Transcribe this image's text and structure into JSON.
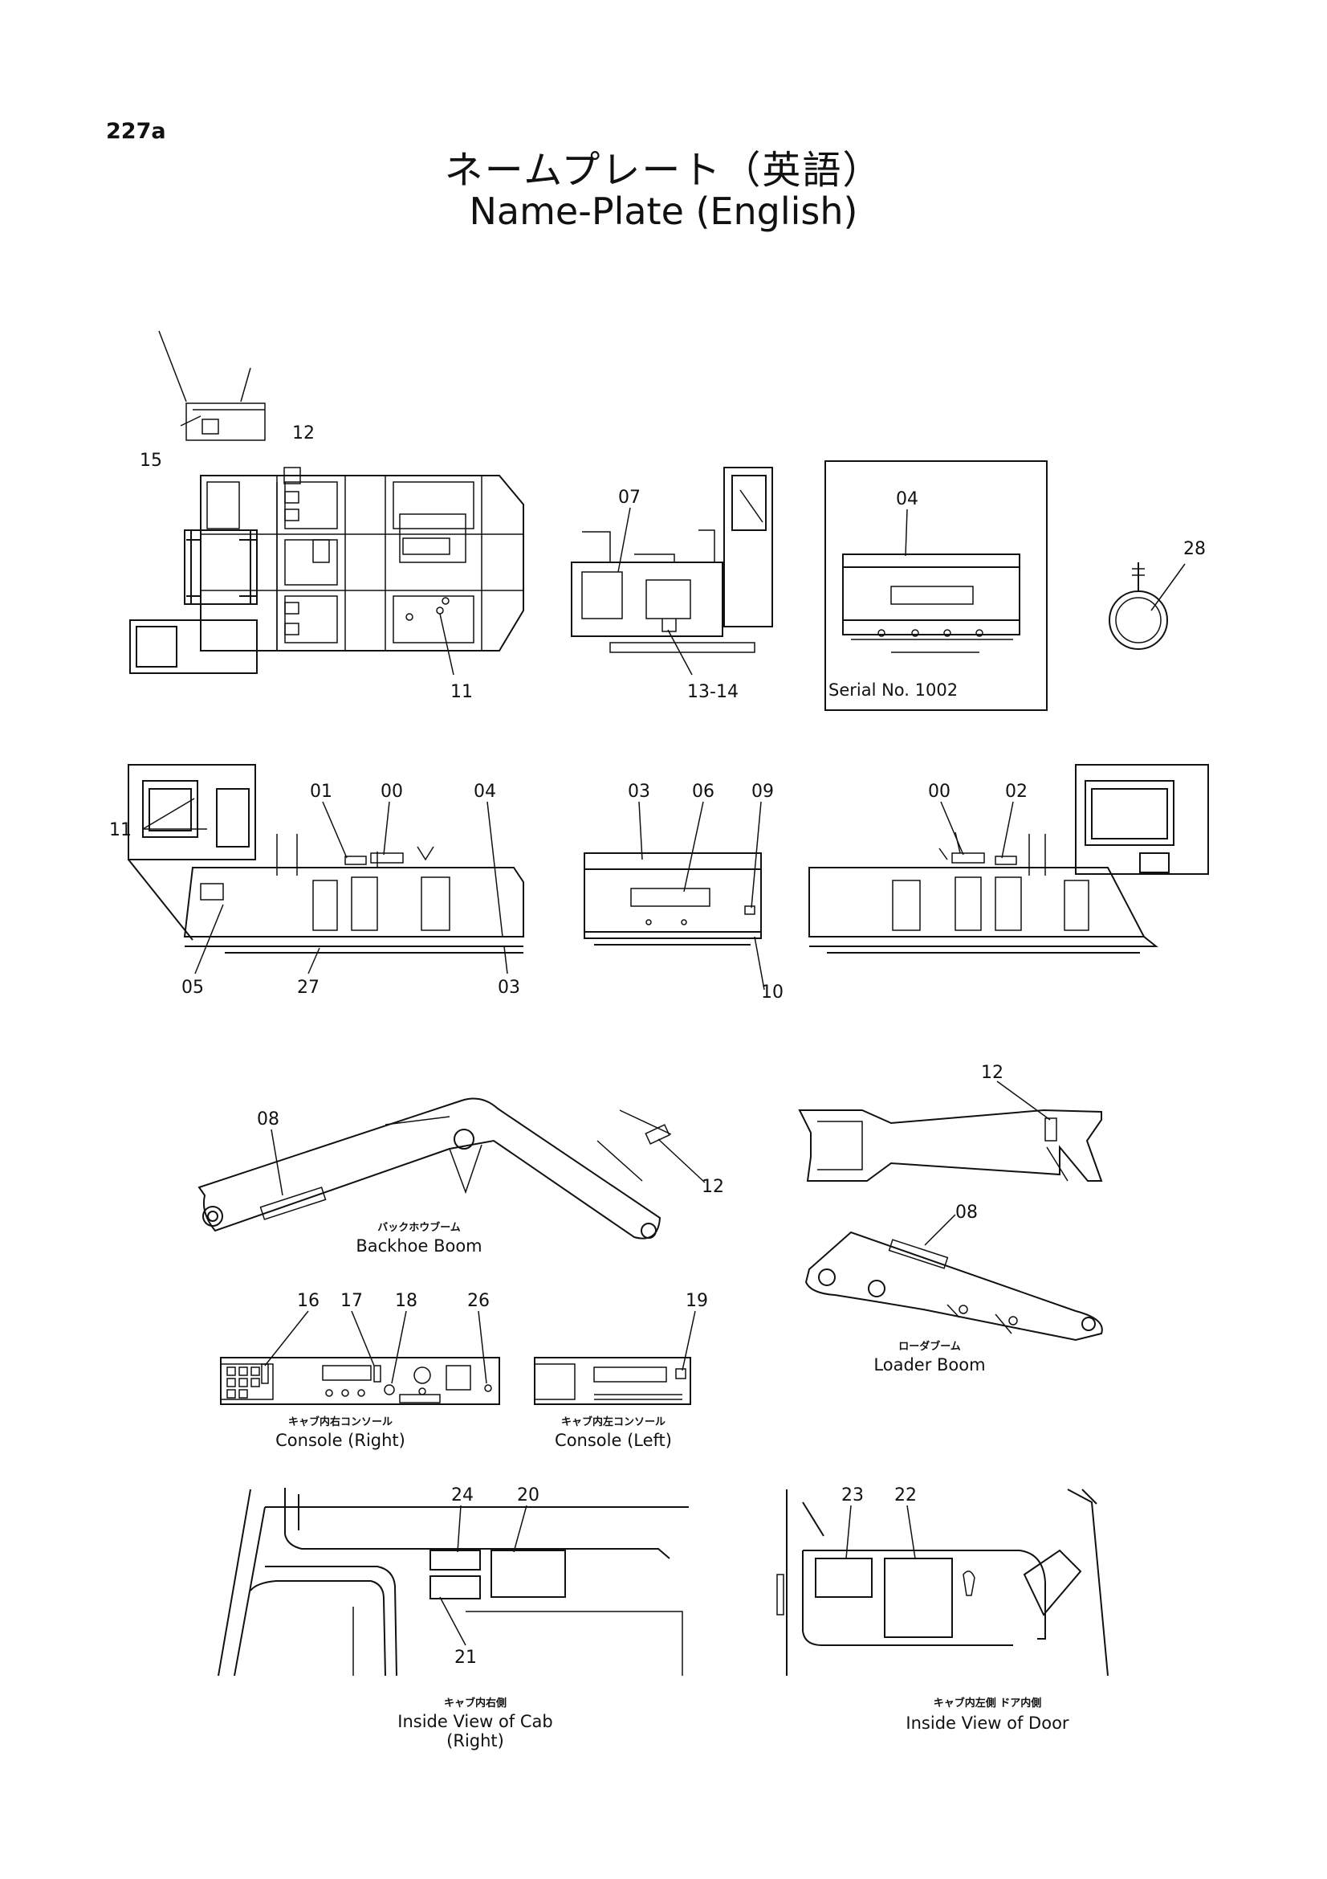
{
  "page_number": "227a",
  "title_ja": "ネームプレート（英語）",
  "title_en": "Name-Plate (English)",
  "serial_label": "Serial No. 1002",
  "callouts": {
    "c15": "15",
    "c12a": "12",
    "c11a": "11",
    "c07": "07",
    "c1314": "13-14",
    "c04a": "04",
    "c28": "28",
    "c11b": "11",
    "c01": "01",
    "c00a": "00",
    "c04b": "04",
    "c05": "05",
    "c27": "27",
    "c03a": "03",
    "c03b": "03",
    "c06": "06",
    "c09": "09",
    "c10": "10",
    "c00b": "00",
    "c02": "02",
    "c08a": "08",
    "c12b": "12",
    "c12c": "12",
    "c08b": "08",
    "c16": "16",
    "c17": "17",
    "c18": "18",
    "c26": "26",
    "c19": "19",
    "c24": "24",
    "c20": "20",
    "c21": "21",
    "c23": "23",
    "c22": "22"
  },
  "captions": {
    "backhoe_ja": "バックホウブーム",
    "backhoe_en": "Backhoe Boom",
    "loader_ja": "ローダブーム",
    "loader_en": "Loader Boom",
    "console_right_ja": "キャブ内右コンソール",
    "console_right_en": "Console (Right)",
    "console_left_ja": "キャブ内左コンソール",
    "console_left_en": "Console (Left)",
    "cab_inside_ja": "キャブ内右側",
    "cab_inside_en_1": "Inside View of Cab",
    "cab_inside_en_2": "(Right)",
    "door_inside_ja": "キャブ内左側 ドア内側",
    "door_inside_en": "Inside View of Door"
  }
}
